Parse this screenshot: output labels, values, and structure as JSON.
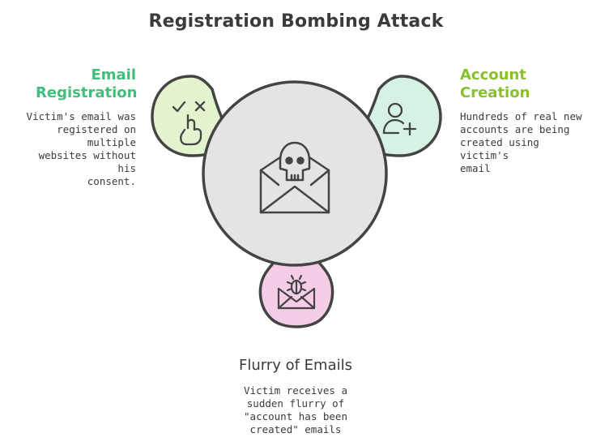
{
  "title": "Registration Bombing Attack",
  "left": {
    "heading_line1": "Email",
    "heading_line2": "Registration",
    "description_lines": [
      "Victim's email was",
      "registered on multiple",
      "websites without his",
      "consent."
    ],
    "color": "#3fbf7a",
    "fill": "#e3f4cf",
    "icon": "hand-check-x-icon"
  },
  "right": {
    "heading_line1": "Account",
    "heading_line2": "Creation",
    "description_lines": [
      "Hundreds of real new",
      "accounts are being",
      "created using victim's",
      "email"
    ],
    "color": "#8abf2e",
    "fill": "#d6f2e2",
    "icon": "user-plus-icon"
  },
  "bottom": {
    "heading": "Flurry of Emails",
    "description_lines": [
      "Victim receives a",
      "sudden flurry of",
      "\"account has been",
      "created\" emails"
    ],
    "fill": "#f6cde6",
    "icon": "bug-mail-icon"
  },
  "center": {
    "fill": "#e4e4e4",
    "icon": "skull-mail-icon"
  }
}
